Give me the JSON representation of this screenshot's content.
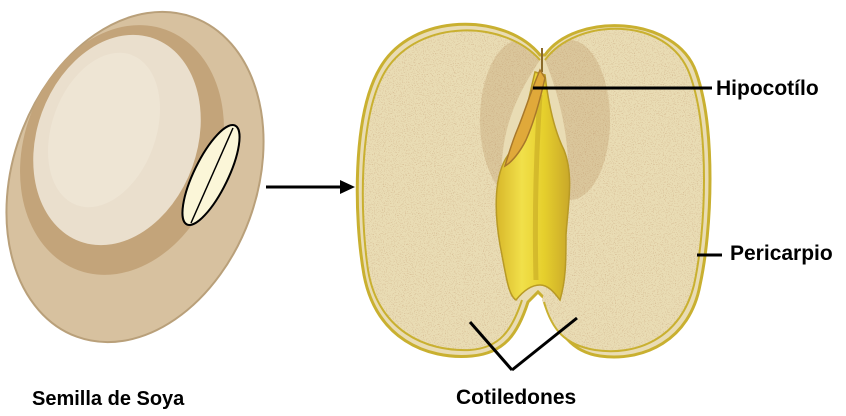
{
  "labels": {
    "seed": "Semilla de Soya",
    "hypocotyl": "Hipocotílo",
    "pericarp": "Pericarpio",
    "cotyledons": "Cotiledones"
  },
  "colors": {
    "seed_outer": "#d7c19f",
    "seed_ring": "#c3a47a",
    "seed_inner": "#eadfcd",
    "hilum": "#fbf6d8",
    "pericarp_line": "#c9b030",
    "cotyledon_fill": "#e9dcb4",
    "speckle": "#b0844e",
    "embryo_yellow": "#e3cf2a",
    "embryo_orange": "#e0a93a"
  }
}
